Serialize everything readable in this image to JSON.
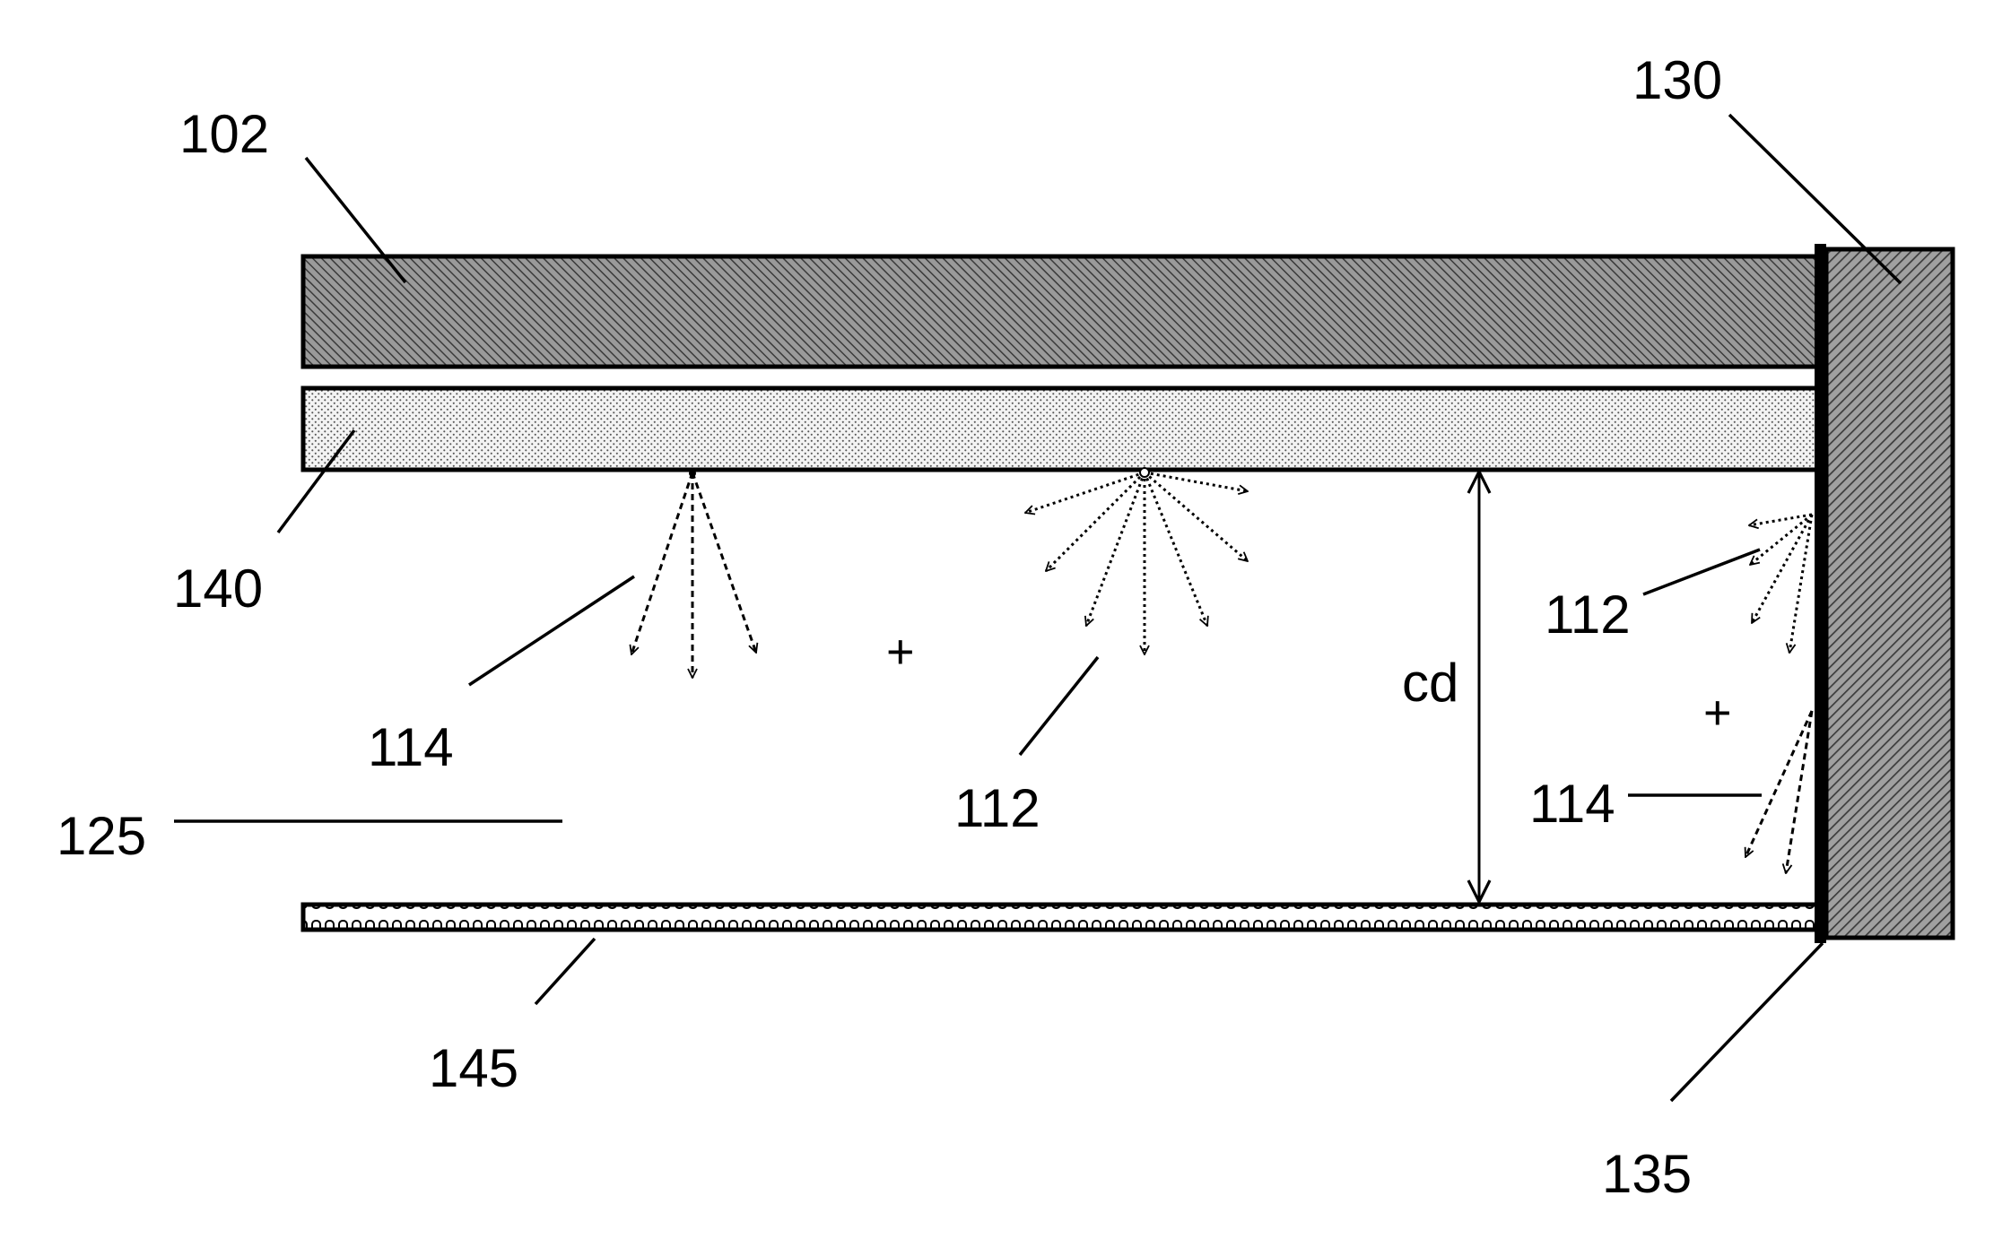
{
  "labels": {
    "cover_plate": "102",
    "side_wall": "130",
    "coating_layer": "140",
    "bottom_layer": "145",
    "edge_strip": "135",
    "cavity": "125",
    "gap": "cd",
    "emission_center": "112",
    "emission_left": "114",
    "emission_right_upper": "112",
    "emission_right_lower": "114",
    "plus_left": "+",
    "plus_right": "+"
  }
}
